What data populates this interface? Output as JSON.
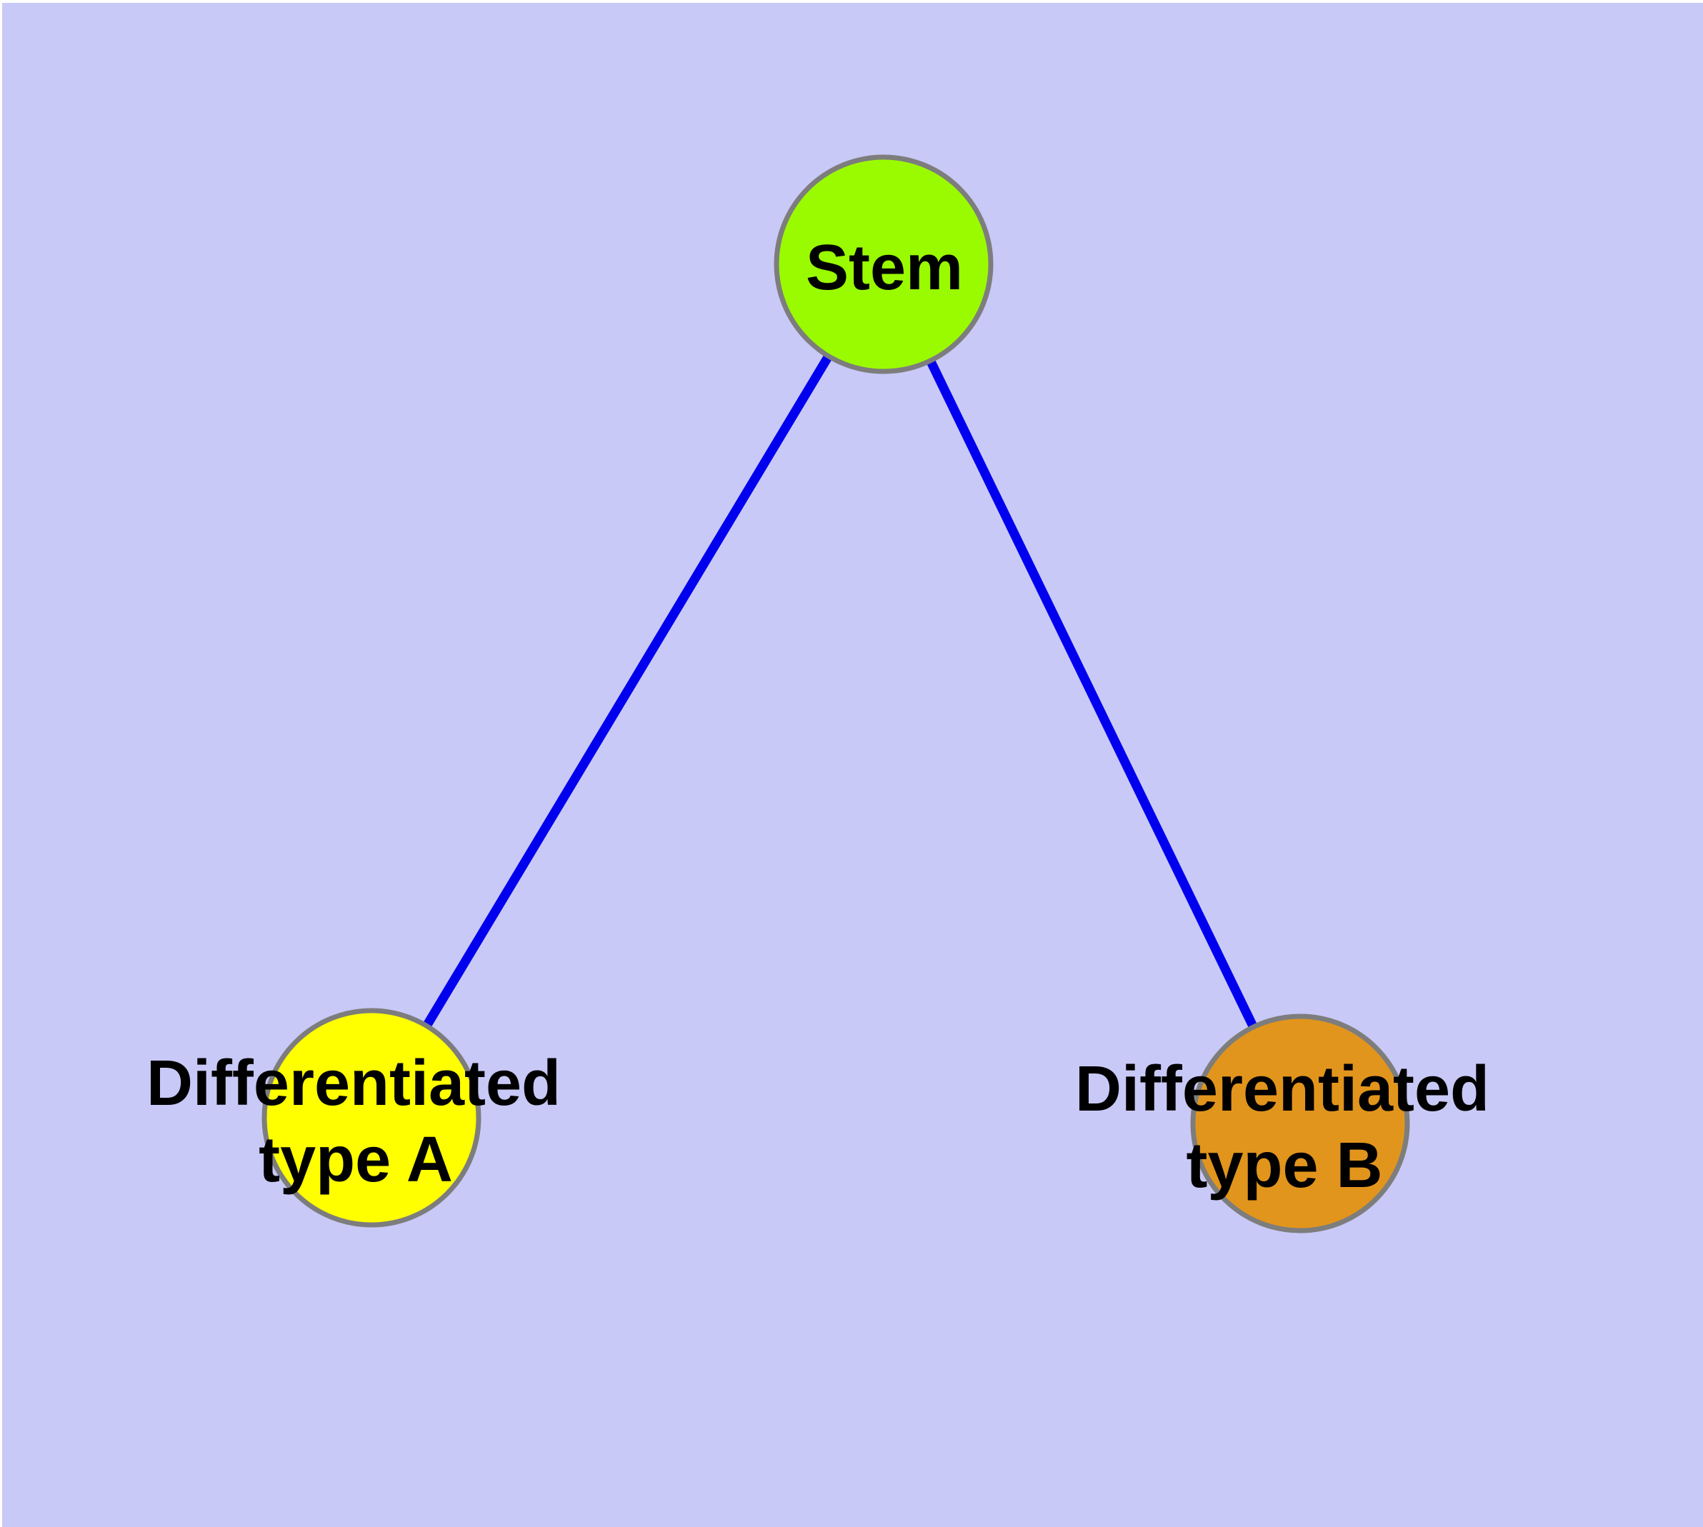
{
  "diagram": {
    "type": "node-link-graph",
    "colors": {
      "background": "#C9C9F7",
      "margin": "#FFFFFF",
      "edge": "#0000EE",
      "node_border": "#7D7D7D",
      "label": "#000000"
    },
    "nodes": [
      {
        "id": "stem",
        "label": "Stem",
        "label_lines": [
          "Stem"
        ],
        "color": "#9AFB00"
      },
      {
        "id": "differentiated-type-a",
        "label": "Differentiated type A",
        "label_lines": [
          "Differentiated",
          "type A"
        ],
        "color": "#FFFF00"
      },
      {
        "id": "differentiated-type-b",
        "label": "Differentiated type B",
        "label_lines": [
          "Differentiated",
          "type B"
        ],
        "color": "#E2951C"
      }
    ],
    "edges": [
      {
        "from": "stem",
        "to": "differentiated-type-a"
      },
      {
        "from": "stem",
        "to": "differentiated-type-b"
      }
    ]
  }
}
